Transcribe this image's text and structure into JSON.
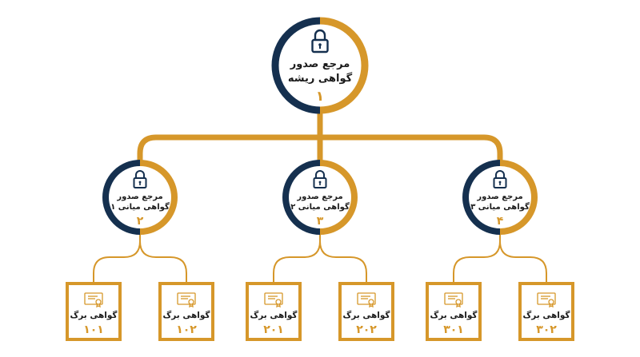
{
  "colors": {
    "navy": "#15304f",
    "gold": "#d6972a",
    "text": "#1a1a1a"
  },
  "root": {
    "line1": "مرجع صدور",
    "line2": "گواهی ریشه",
    "number": "۱",
    "icon": "lock-icon"
  },
  "intermediates": [
    {
      "line1": "مرجع صدور",
      "line2": "گواهی میانی ۱",
      "number": "۲",
      "icon": "lock-icon"
    },
    {
      "line1": "مرجع صدور",
      "line2": "گواهی میانی ۲",
      "number": "۳",
      "icon": "lock-icon"
    },
    {
      "line1": "مرجع صدور",
      "line2": "گواهی میانی ۳",
      "number": "۴",
      "icon": "lock-icon"
    }
  ],
  "leaves": [
    {
      "label": "گواهی برگ",
      "number": "۱۰۱",
      "icon": "certificate-icon"
    },
    {
      "label": "گواهی برگ",
      "number": "۱۰۲",
      "icon": "certificate-icon"
    },
    {
      "label": "گواهی برگ",
      "number": "۲۰۱",
      "icon": "certificate-icon"
    },
    {
      "label": "گواهی برگ",
      "number": "۲۰۲",
      "icon": "certificate-icon"
    },
    {
      "label": "گواهی برگ",
      "number": "۳۰۱",
      "icon": "certificate-icon"
    },
    {
      "label": "گواهی برگ",
      "number": "۳۰۲",
      "icon": "certificate-icon"
    }
  ]
}
